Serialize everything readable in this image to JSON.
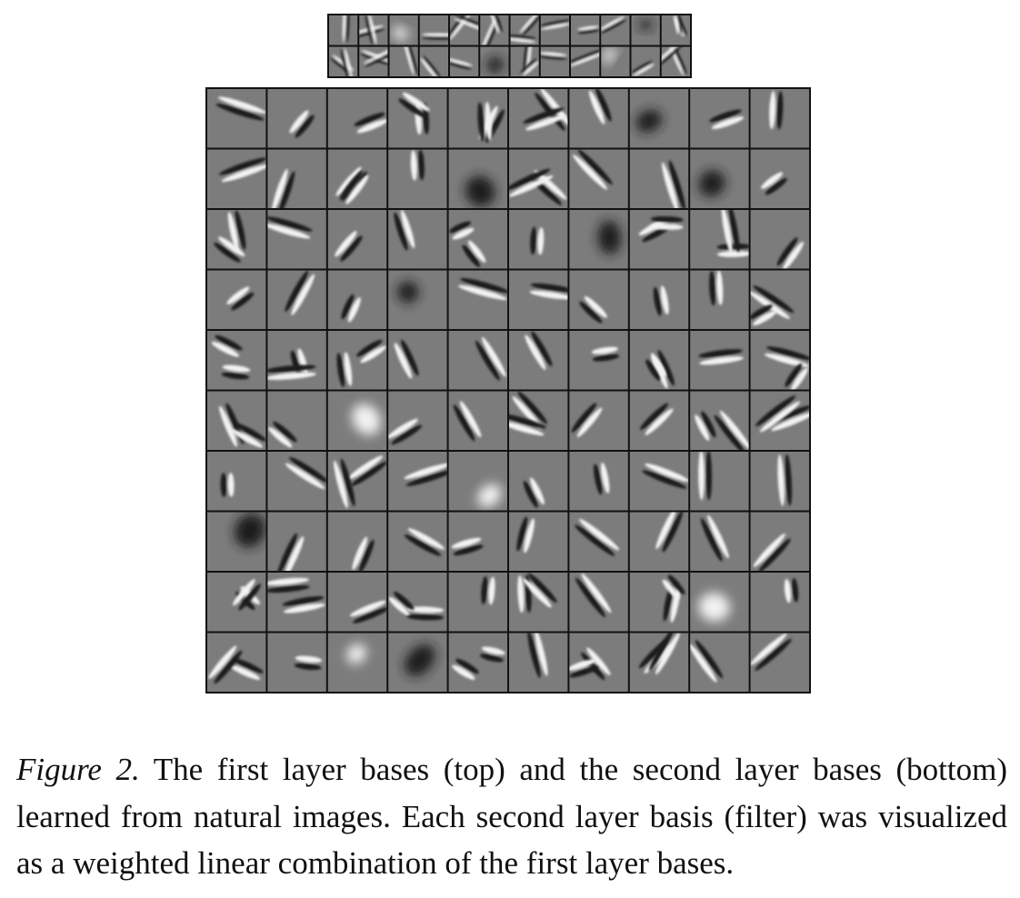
{
  "figure": {
    "label": "Figure 2.",
    "caption": "The first layer bases (top) and the second layer bases (bottom) learned from natural images. Each second layer basis (filter) was visualized as a weighted linear com­bination of the first layer bases.",
    "first_layer_grid": {
      "rows": 2,
      "cols": 12
    },
    "second_layer_grid": {
      "rows": 10,
      "cols": 10
    }
  },
  "colors": {
    "background": "#ffffff",
    "grid_line": "#111111",
    "tile_gray": "#7c7c7c",
    "light_stroke": "#f2f2f2",
    "dark_stroke": "#1a1a1a"
  }
}
